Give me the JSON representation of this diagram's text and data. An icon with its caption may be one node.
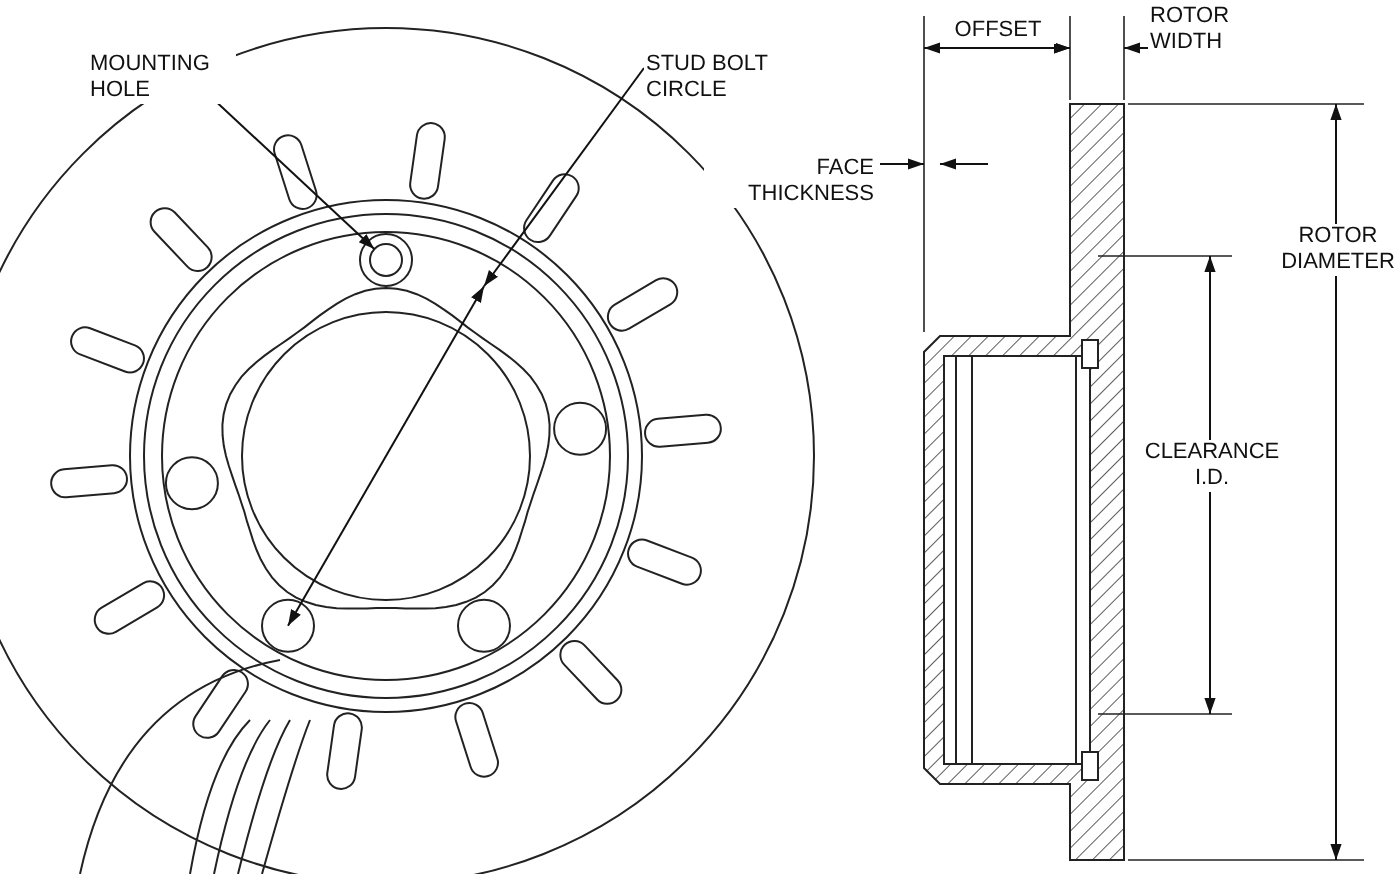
{
  "diagram": {
    "nodes": [
      {
        "text": [
          "MOUNTING HOLE"
        ]
      },
      {
        "text": [],
        "shape": "circle"
      },
      {
        "text": [
          "STUD BOLT CIRCLE"
        ]
      }
    ],
    "edges": [
      {
        "from": 0,
        "to": 1,
        "arrow": "to"
      },
      {
        "from": 2,
        "to": null,
        "arrow": "to"
      }
    ],
    "labels": [
      "OFFSET",
      "ROTOR WIDTH",
      "FACE THICKNESS",
      "ROTOR DIAMETER",
      "CLEARANCE I.D."
    ]
  }
}
